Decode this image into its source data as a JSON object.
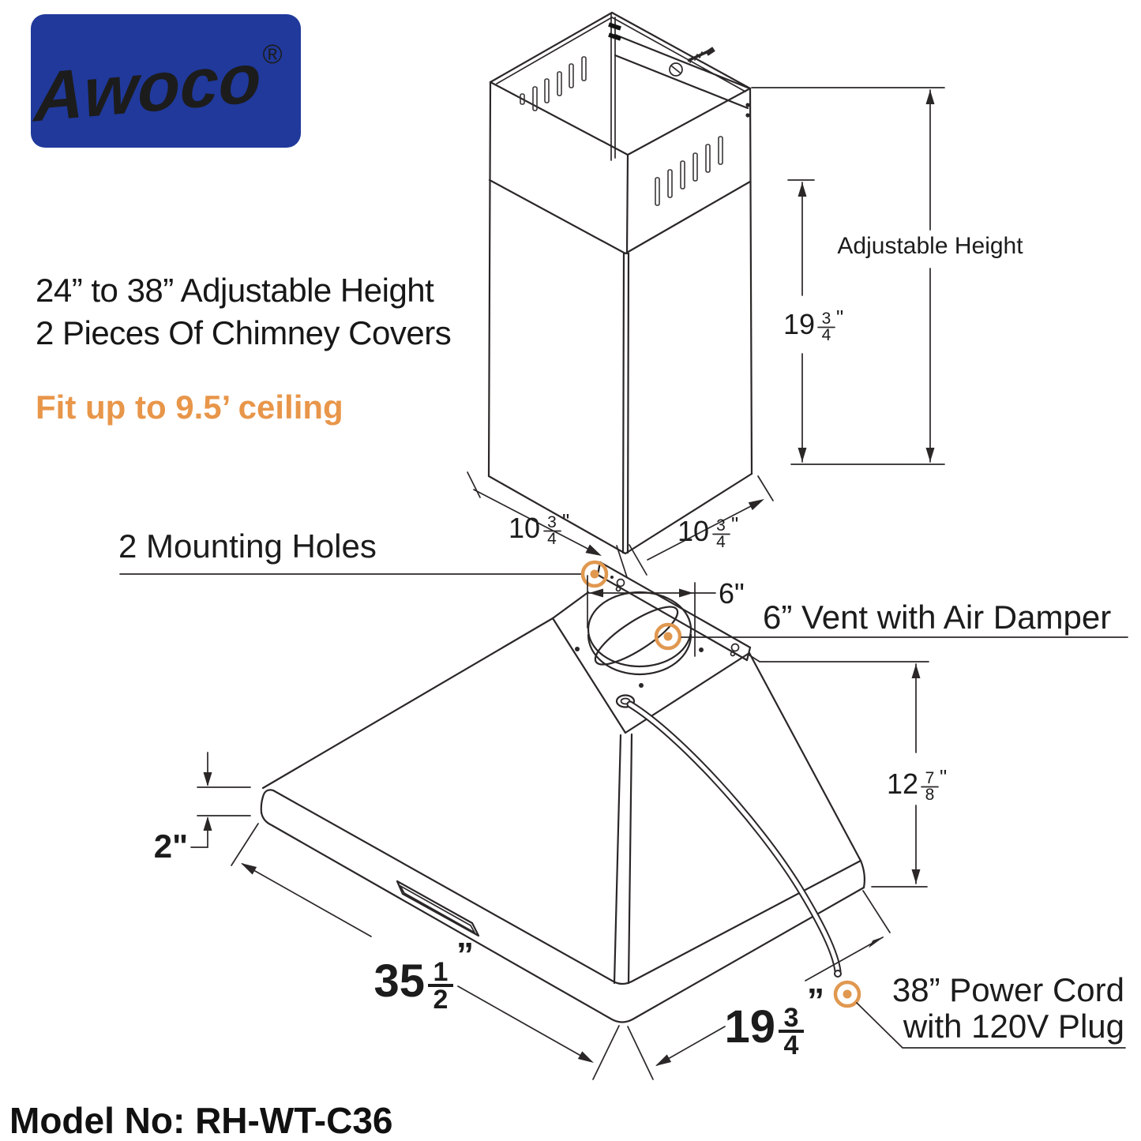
{
  "brand": {
    "logo_text": "Awoco",
    "registered_mark": "®"
  },
  "intro": {
    "line1": "24” to 38” Adjustable Height",
    "line2": "2 Pieces Of Chimney Covers",
    "highlight": "Fit up to 9.5’ ceiling"
  },
  "labels": {
    "adjustable_height": "Adjustable Height",
    "mounting_holes": "2 Mounting Holes",
    "vent_callout": "6” Vent with Air Damper",
    "vent_dim": "6\"",
    "band_dim": "2\"",
    "cord_line1": "38” Power Cord",
    "cord_line2": "with 120V Plug"
  },
  "dimensions": {
    "chimney_section_height": {
      "whole": "19",
      "num": "3",
      "den": "4",
      "unit": "\""
    },
    "chimney_width_left": {
      "whole": "10",
      "num": "3",
      "den": "4",
      "unit": "\""
    },
    "chimney_width_right": {
      "whole": "10",
      "num": "3",
      "den": "4",
      "unit": "\""
    },
    "hood_height": {
      "whole": "12",
      "num": "7",
      "den": "8",
      "unit": "\""
    },
    "hood_width": {
      "whole": "35",
      "num": "1",
      "den": "2",
      "unit": "”"
    },
    "hood_depth": {
      "whole": "19",
      "num": "3",
      "den": "4",
      "unit": "”"
    }
  },
  "model": {
    "text": "Model No: RH-WT-C36"
  },
  "colors": {
    "brand_blue": "#20399b",
    "highlight_orange": "#e8964a",
    "marker_orange": "#e09850",
    "line_color": "#2b2727"
  }
}
